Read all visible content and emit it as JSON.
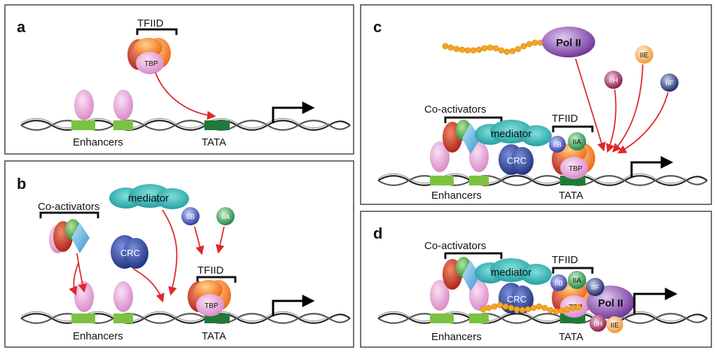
{
  "panels": {
    "a": {
      "letter": "a",
      "tfiid": "TFIID",
      "tbp": "TBP",
      "enhancers": "Enhancers",
      "tata": "TATA"
    },
    "b": {
      "letter": "b",
      "coactivators": "Co-activators",
      "mediator": "mediator",
      "iib": "IIB",
      "iia": "IIA",
      "crc": "CRC",
      "tfiid": "TFIID",
      "tbp": "TBP",
      "enhancers": "Enhancers",
      "tata": "TATA"
    },
    "c": {
      "letter": "c",
      "pol2": "Pol II",
      "iie": "IIE",
      "iih": "IIH",
      "iif": "IIF",
      "coactivators": "Co-activators",
      "mediator": "mediator",
      "tfiid": "TFIID",
      "iib": "IIB",
      "iia": "IIA",
      "crc": "CRC",
      "tbp": "TBP",
      "enhancers": "Enhancers",
      "tata": "TATA"
    },
    "d": {
      "letter": "d",
      "coactivators": "Co-activators",
      "mediator": "mediator",
      "tfiid": "TFIID",
      "iib": "IIB",
      "iia": "IIA",
      "iif": "IIF",
      "pol2": "Pol II",
      "crc": "CRC",
      "tbp": "TBP",
      "iih": "IIH",
      "iie": "IIE",
      "enhancers": "Enhancers",
      "tata": "TATA"
    }
  },
  "colors": {
    "border": "#444444",
    "arrow": "#e0282a",
    "enhancer_box": "#7cc242",
    "tata_box": "#1f7a3a",
    "activator": "#e8a0d4",
    "mediator": "#33b5b5",
    "crc": "#3a4fa3",
    "polII": "#7b3fa0",
    "ctd": "#f5a623",
    "iib": "#3d4fb0",
    "iia": "#2e9a4f",
    "iih": "#a0245a",
    "iif": "#2a3a7a",
    "iie": "#f5a040"
  },
  "icons": [
    "dna-helix",
    "transcription-start-arrow",
    "recruitment-arrow"
  ]
}
